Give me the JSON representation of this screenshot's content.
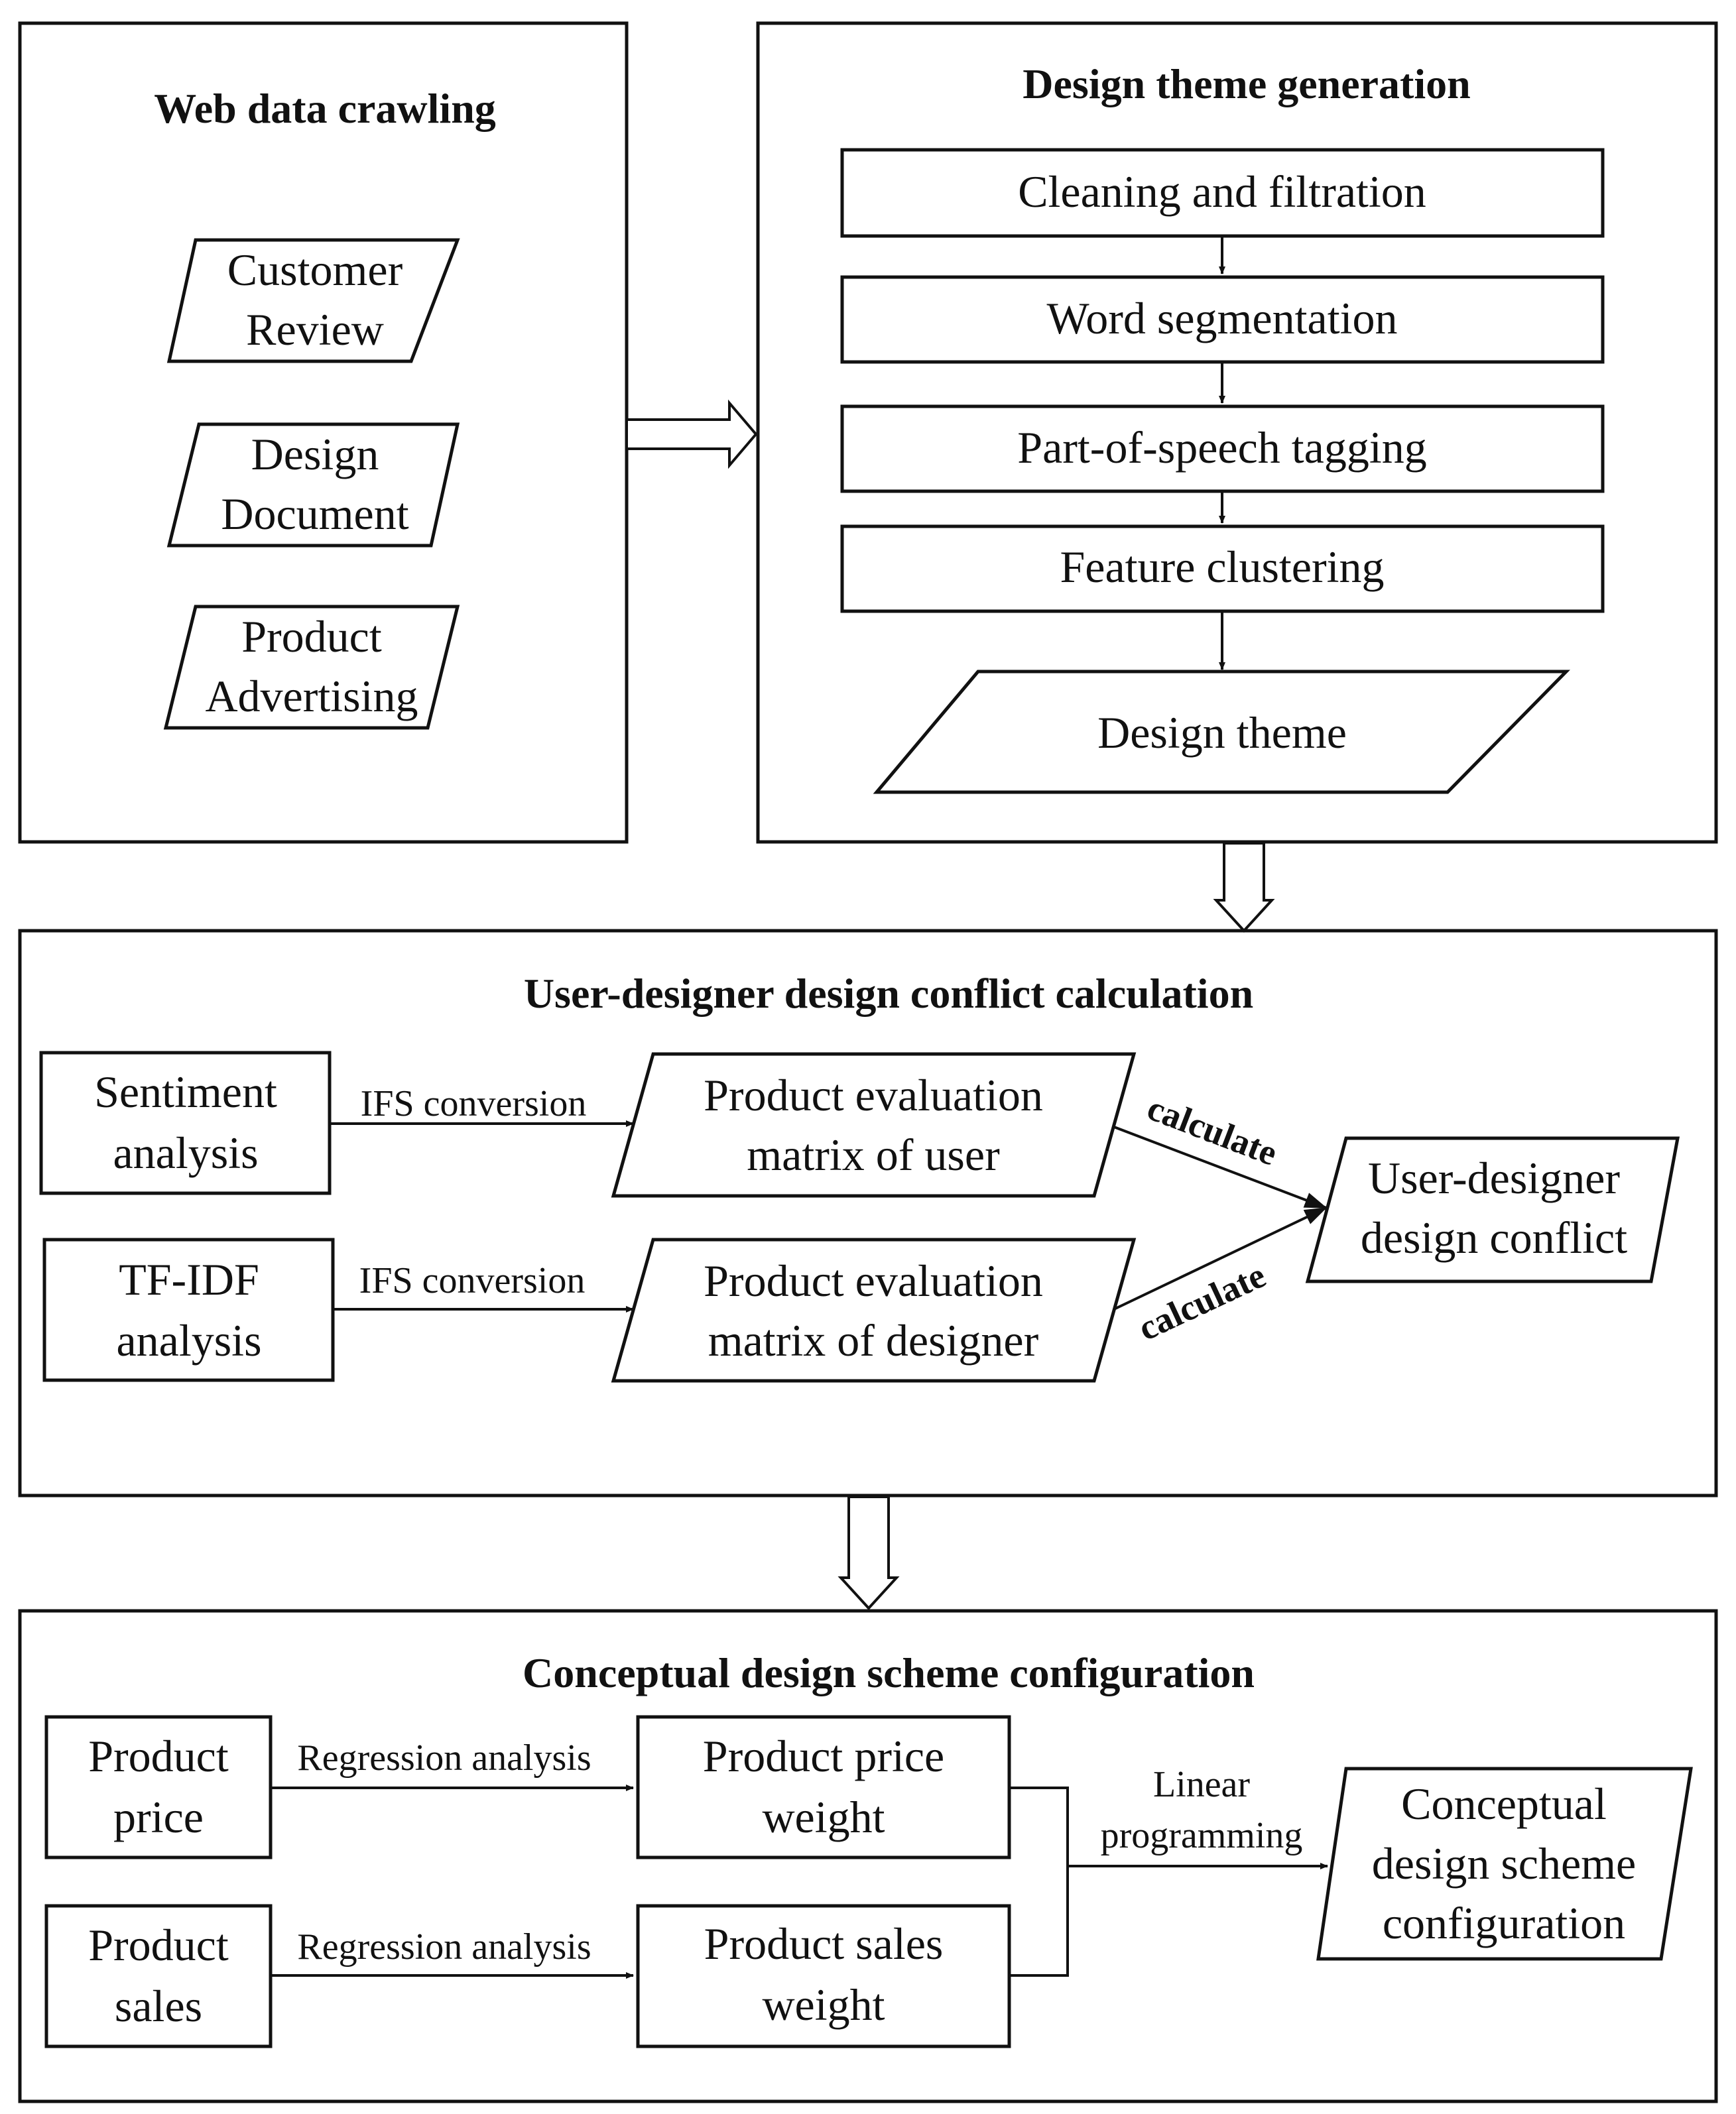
{
  "web": {
    "title": "Web data crawling",
    "sources": [
      {
        "line1": "Customer",
        "line2": "Review"
      },
      {
        "line1": "Design",
        "line2": "Document"
      },
      {
        "line1": "Product",
        "line2": "Advertising"
      }
    ]
  },
  "theme": {
    "title": "Design theme generation",
    "steps": [
      "Cleaning and filtration",
      "Word segmentation",
      "Part-of-speech tagging",
      "Feature clustering"
    ],
    "output": "Design theme"
  },
  "conflict": {
    "title": "User-designer design conflict calculation",
    "user_input": {
      "line1": "Sentiment",
      "line2": "analysis"
    },
    "designer_input": {
      "line1": "TF-IDF",
      "line2": "analysis"
    },
    "conversion_label_1": "IFS conversion",
    "conversion_label_2": "IFS conversion",
    "user_matrix": {
      "line1": "Product evaluation",
      "line2": "matrix of user"
    },
    "designer_matrix": {
      "line1": "Product evaluation",
      "line2": "matrix of designer"
    },
    "calc_label_1": "calculate",
    "calc_label_2": "calculate",
    "result": {
      "line1": "User-designer",
      "line2": "design conflict"
    }
  },
  "config": {
    "title": "Conceptual design scheme configuration",
    "price_input": {
      "line1": "Product",
      "line2": "price"
    },
    "sales_input": {
      "line1": "Product",
      "line2": "sales"
    },
    "regression_label_1": "Regression analysis",
    "regression_label_2": "Regression analysis",
    "price_weight": {
      "line1": "Product price",
      "line2": "weight"
    },
    "sales_weight": {
      "line1": "Product sales",
      "line2": "weight"
    },
    "lp_label": {
      "line1": "Linear",
      "line2": "programming"
    },
    "result": {
      "line1": "Conceptual",
      "line2": "design scheme",
      "line3": "configuration"
    }
  }
}
